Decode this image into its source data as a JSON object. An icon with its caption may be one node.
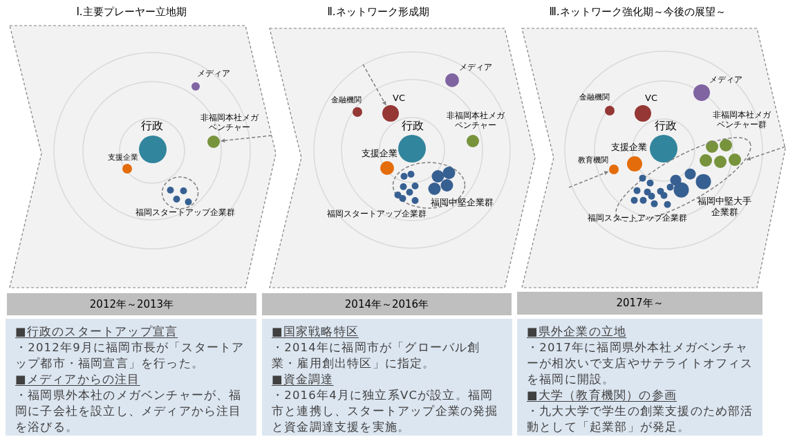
{
  "diagram": {
    "nodes": [
      {
        "text": [
          "Ⅰ.主要プレーヤー立地期"
        ]
      },
      {
        "text": [
          "行政"
        ],
        "in": 0
      },
      {
        "text": [
          "メディア"
        ],
        "in": 0
      },
      {
        "text": [
          "非福岡本社メガベンチャー"
        ],
        "in": 0
      },
      {
        "text": [
          "支援企業"
        ],
        "in": 0
      },
      {
        "text": [
          "福岡スタートアップ企業群"
        ],
        "in": 0
      },
      {
        "text": [
          "Ⅱ.ネットワーク形成期"
        ]
      },
      {
        "text": [
          "メディア"
        ],
        "in": 6
      },
      {
        "text": [
          "金融機関"
        ],
        "in": 6
      },
      {
        "text": [
          "VC"
        ],
        "in": 6
      },
      {
        "text": [
          "行政"
        ],
        "in": 6
      },
      {
        "text": [
          "非福岡本社メガベンチャー"
        ],
        "in": 6
      },
      {
        "text": [
          "支援企業"
        ],
        "in": 6
      },
      {
        "text": [
          "福岡中堅企業群",
          "福岡スタートアップ企業群"
        ],
        "in": 6
      },
      {
        "text": [
          "Ⅲ.ネットワーク強化期～今後の展望～"
        ]
      },
      {
        "text": [
          "メディア"
        ],
        "in": 14
      },
      {
        "text": [
          "金融機関"
        ],
        "in": 14
      },
      {
        "text": [
          "VC"
        ],
        "in": 14
      },
      {
        "text": [
          "行政"
        ],
        "in": 14
      },
      {
        "text": [
          "非福岡本社メガベンチャー群"
        ],
        "in": 14
      },
      {
        "text": [
          "支援企業"
        ],
        "in": 14
      },
      {
        "text": [
          "教育機関"
        ],
        "in": 14
      },
      {
        "text": [
          "福岡中堅大手企業群",
          "福岡スタートアップ企業群"
        ],
        "in": 14
      },
      {
        "text": [
          "2012年～2013年"
        ]
      },
      {
        "text": [
          "■行政のスタートアップ宣言",
          "・2012年9月に福岡市長が「スタートアップ都市・福岡宣言」を行った。",
          "■メディアからの注目",
          "・福岡県外本社のメガベンチャーが、福岡に子会社を設立し、メディアから注目を浴びる。"
        ]
      },
      {
        "text": [
          "2014年～2016年"
        ]
      },
      {
        "text": [
          "■国家戦略特区",
          "・2014年に福岡市が「グローバル創業・雇用創出特区」に指定。",
          "■資金調達",
          "・2016年4月に独立系VCが設立。福岡市と連携し、スタートアップ企業の発掘と資金調達支援を実施。"
        ]
      },
      {
        "text": [
          "2017年～"
        ]
      },
      {
        "text": [
          "■県外企業の立地",
          "・2017年に福岡県外本社メガベンチャーが相次いで支店やサテライトオフィスを福岡に開設。",
          "■大学（教育機関）の参画",
          "・九大大学で学生の創業支援のため部活動として「起業部」が発足。"
        ]
      }
    ],
    "edges": [
      {
        "from": null,
        "to": 3,
        "arrow": "to",
        "style": "dashed"
      },
      {
        "from": null,
        "to": 9,
        "arrow": "to",
        "style": "dashed"
      },
      {
        "from": null,
        "to": 21,
        "arrow": "to",
        "style": "dashed"
      },
      {
        "from": null,
        "to": 22,
        "arrow": "to",
        "style": "dashed"
      }
    ]
  }
}
